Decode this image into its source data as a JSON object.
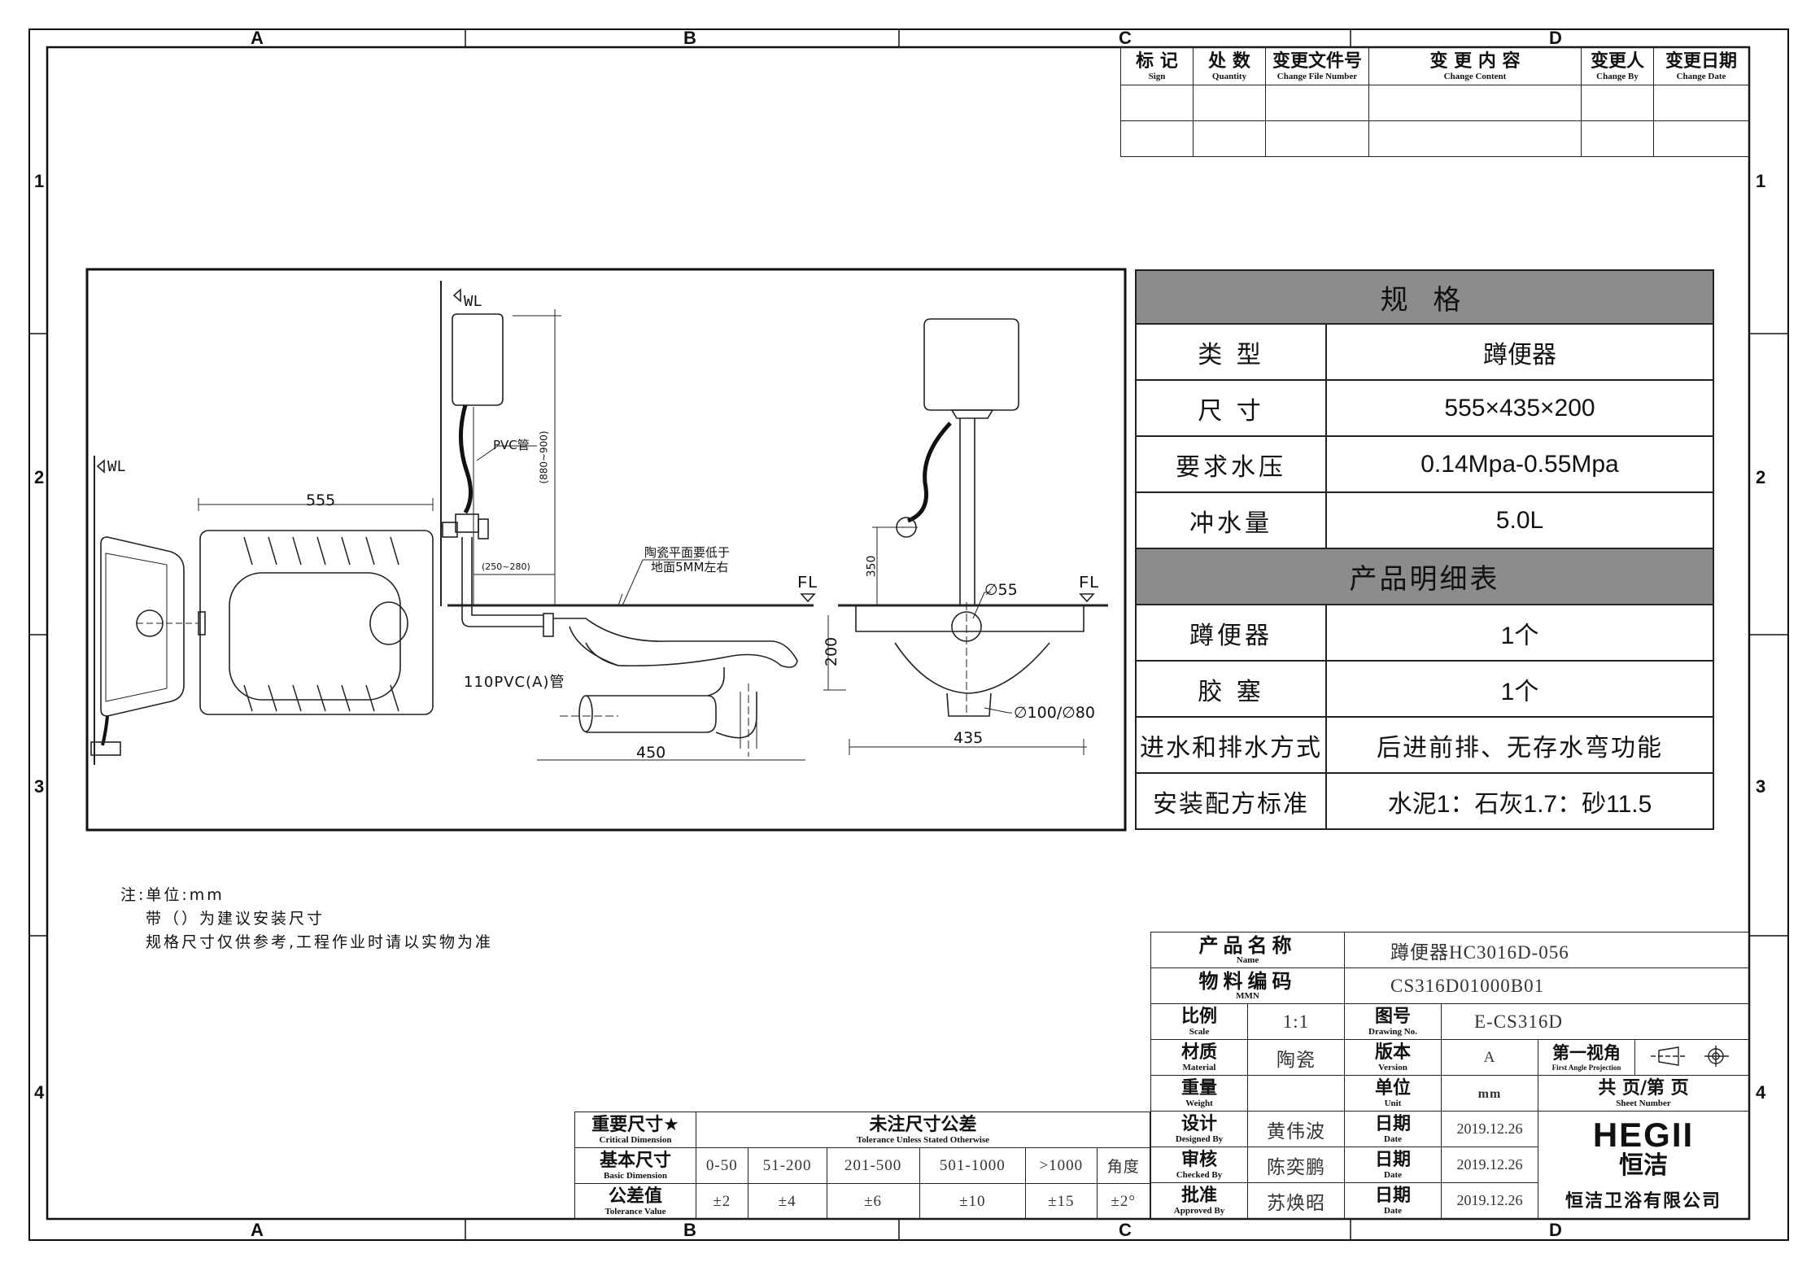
{
  "grid": {
    "cols": [
      "A",
      "B",
      "C",
      "D"
    ],
    "rows": [
      "1",
      "2",
      "3",
      "4"
    ]
  },
  "revision": {
    "headers": [
      {
        "cn": "标 记",
        "en": "Sign"
      },
      {
        "cn": "处 数",
        "en": "Quantity"
      },
      {
        "cn": "变更文件号",
        "en": "Change File Number"
      },
      {
        "cn": "变 更 内 容",
        "en": "Change Content"
      },
      {
        "cn": "变更人",
        "en": "Change By"
      },
      {
        "cn": "变更日期",
        "en": "Change Date"
      }
    ]
  },
  "spec": {
    "title": "规  格",
    "rows": [
      {
        "k": "类  型",
        "v": "蹲便器"
      },
      {
        "k": "尺  寸",
        "v": "555×435×200"
      },
      {
        "k": "要求水压",
        "v": "0.14Mpa-0.55Mpa"
      },
      {
        "k": "冲水量",
        "v": "5.0L"
      }
    ],
    "detail_title": "产品明细表",
    "detail_rows": [
      {
        "k": "蹲便器",
        "v": "1个"
      },
      {
        "k": "胶  塞",
        "v": "1个"
      },
      {
        "k": "进水和排水方式",
        "v": "后进前排、无存水弯功能"
      },
      {
        "k": "安装配方标准",
        "v": "水泥1：石灰1.7：砂11.5"
      }
    ]
  },
  "drawing": {
    "wl": "WL",
    "fl": "FL",
    "dim_555": "555",
    "dim_450": "450",
    "dim_435": "435",
    "dim_200": "200",
    "dim_350": "350",
    "dim_880_900": "(880~900)",
    "dim_250_280": "(250~280)",
    "pvc_pipe": "PVC管",
    "pvc110": "110PVC(A)管",
    "ceramic_note_1": "陶瓷平面要低于",
    "ceramic_note_2": "地面5MM左右",
    "d55": "∅55",
    "d100_80": "∅100/∅80"
  },
  "notes": [
    "注:单位:mm",
    "带（）为建议安装尺寸",
    "规格尺寸仅供参考,工程作业时请以实物为准"
  ],
  "titleblock": {
    "product_name_label": "产品名称",
    "product_name_en": "Name",
    "product_name": "蹲便器HC3016D-056",
    "material_code_label": "物料编码",
    "material_code_en": "MMN",
    "material_code": "CS316D01000B01",
    "scale_label": "比例",
    "scale_en": "Scale",
    "scale": "1:1",
    "drawing_no_label": "图号",
    "drawing_no_en": "Drawing No.",
    "drawing_no": "E-CS316D",
    "material_label": "材质",
    "material_en": "Material",
    "material": "陶瓷",
    "version_label": "版本",
    "version_en": "Version",
    "version": "A",
    "projection_label": "第一视角",
    "projection_en": "First Angle Projection",
    "weight_label": "重量",
    "weight_en": "Weight",
    "unit_label": "单位",
    "unit_en": "Unit",
    "unit": "mm",
    "sheet_label": "共 页/第 页",
    "sheet_en": "Sheet Number",
    "designed_label": "设计",
    "designed_en": "Designed By",
    "designed": "黄伟波",
    "checked_label": "审核",
    "checked_en": "Checked By",
    "checked": "陈奕鹏",
    "approved_label": "批准",
    "approved_en": "Approved By",
    "approved": "苏焕昭",
    "date_label": "日期",
    "date_en": "Date",
    "date": "2019.12.26",
    "brand": "HEGII",
    "brand_cn": "恒洁",
    "company": "恒洁卫浴有限公司"
  },
  "tolerance": {
    "critical_label": "重要尺寸★",
    "critical_en": "Critical Dimension",
    "title": "未注尺寸公差",
    "title_en": "Tolerance Unless Stated Otherwise",
    "basic_label": "基本尺寸",
    "basic_en": "Basic Dimension",
    "value_label": "公差值",
    "value_en": "Tolerance Value",
    "ranges": [
      "0-50",
      "51-200",
      "201-500",
      "501-1000",
      ">1000",
      "角度"
    ],
    "values": [
      "±2",
      "±4",
      "±6",
      "±10",
      "±15",
      "±2°"
    ]
  }
}
